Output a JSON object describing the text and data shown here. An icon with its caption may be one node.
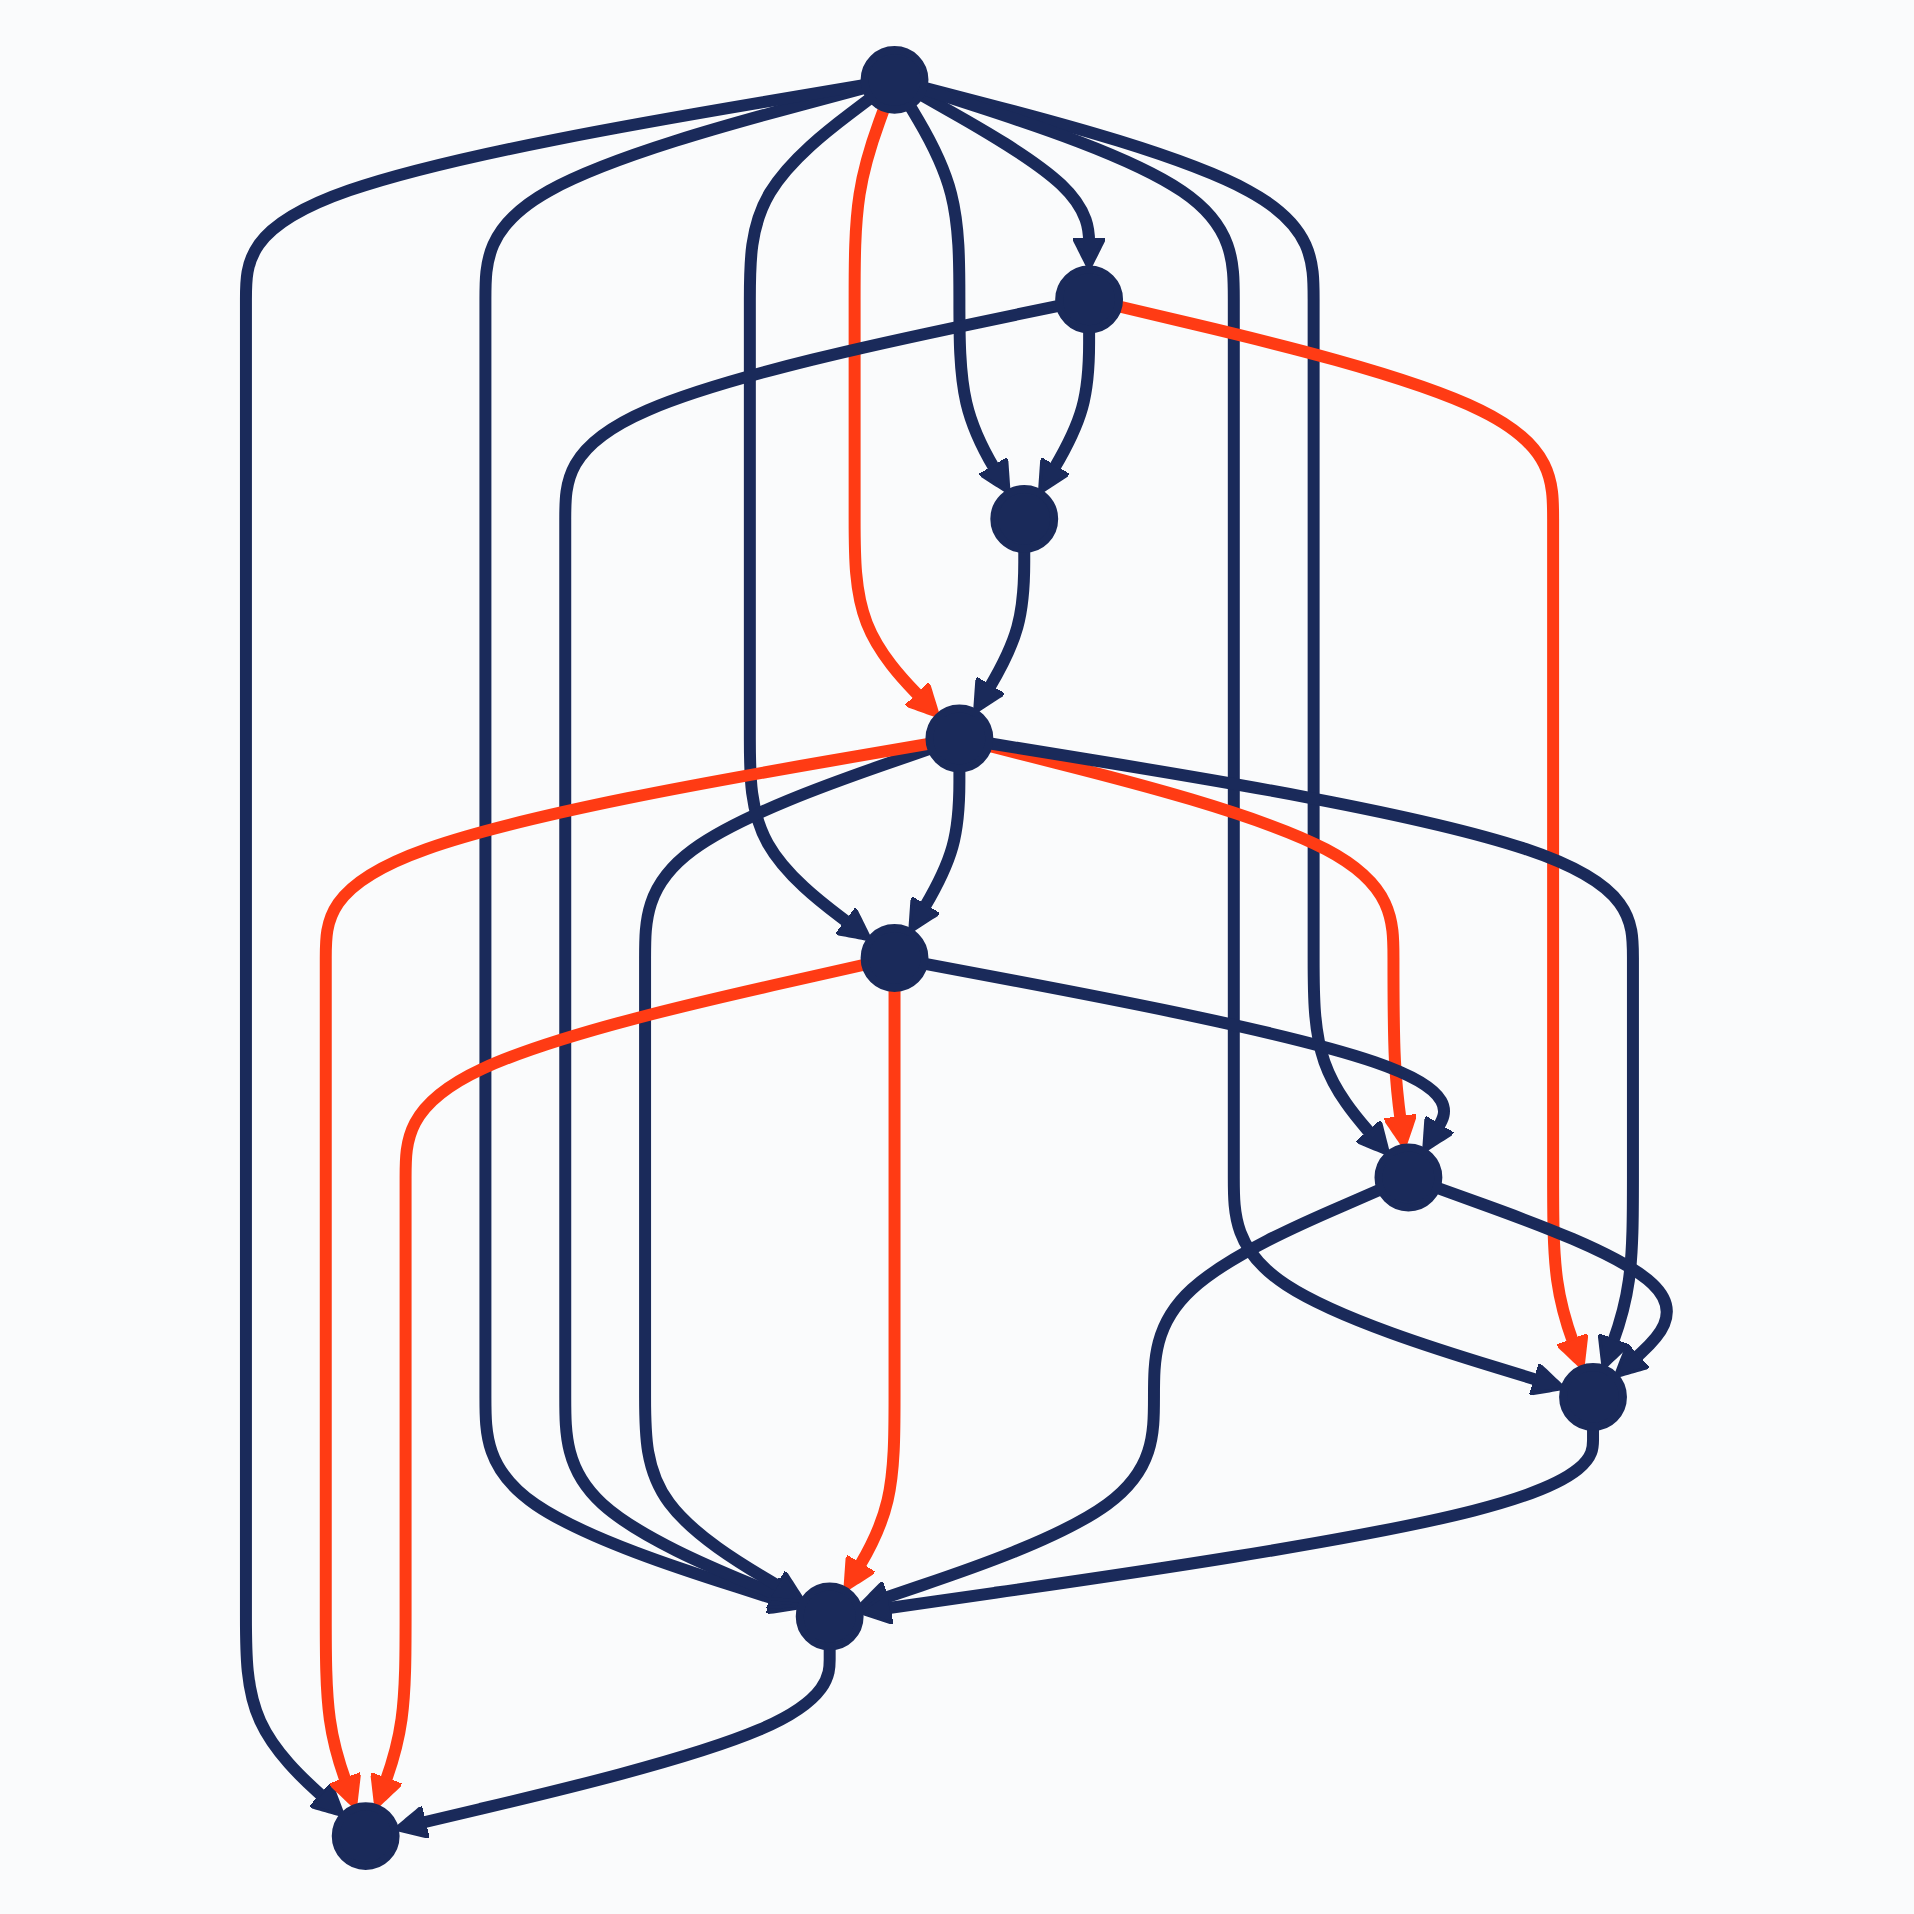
{
  "diagram": {
    "nodes": [
      {
        "text": [],
        "shape": "circle"
      },
      {
        "text": [],
        "shape": "circle"
      },
      {
        "text": [],
        "shape": "circle"
      },
      {
        "text": [],
        "shape": "circle"
      },
      {
        "text": [],
        "shape": "circle"
      },
      {
        "text": [],
        "shape": "circle"
      },
      {
        "text": [],
        "shape": "circle"
      },
      {
        "text": [],
        "shape": "circle"
      },
      {
        "text": [],
        "shape": "circle"
      }
    ],
    "edges": [
      {
        "from": 0,
        "to": 1,
        "arrow": "to"
      },
      {
        "from": 0,
        "to": 2,
        "arrow": "to"
      },
      {
        "from": 0,
        "to": 3,
        "arrow": "to",
        "color": "#ff3b14"
      },
      {
        "from": 0,
        "to": 4,
        "arrow": "to"
      },
      {
        "from": 0,
        "to": 5,
        "arrow": "to"
      },
      {
        "from": 0,
        "to": 6,
        "arrow": "to"
      },
      {
        "from": 0,
        "to": 7,
        "arrow": "to"
      },
      {
        "from": 0,
        "to": 8,
        "arrow": "to"
      },
      {
        "from": 1,
        "to": 2,
        "arrow": "to"
      },
      {
        "from": 1,
        "to": 6,
        "arrow": "to",
        "color": "#ff3b14"
      },
      {
        "from": 1,
        "to": 7,
        "arrow": "to"
      },
      {
        "from": 2,
        "to": 3,
        "arrow": "to"
      },
      {
        "from": 3,
        "to": 4,
        "arrow": "to"
      },
      {
        "from": 3,
        "to": 5,
        "arrow": "to",
        "color": "#ff3b14"
      },
      {
        "from": 3,
        "to": 6,
        "arrow": "to"
      },
      {
        "from": 3,
        "to": 7,
        "arrow": "to"
      },
      {
        "from": 3,
        "to": 8,
        "arrow": "to",
        "color": "#ff3b14"
      },
      {
        "from": 4,
        "to": 5,
        "arrow": "to"
      },
      {
        "from": 4,
        "to": 7,
        "arrow": "to",
        "color": "#ff3b14"
      },
      {
        "from": 4,
        "to": 8,
        "arrow": "to",
        "color": "#ff3b14"
      },
      {
        "from": 5,
        "to": 6,
        "arrow": "to"
      },
      {
        "from": 5,
        "to": 7,
        "arrow": "to"
      },
      {
        "from": 6,
        "to": 7,
        "arrow": "to"
      },
      {
        "from": 7,
        "to": 8,
        "arrow": "to"
      }
    ]
  }
}
